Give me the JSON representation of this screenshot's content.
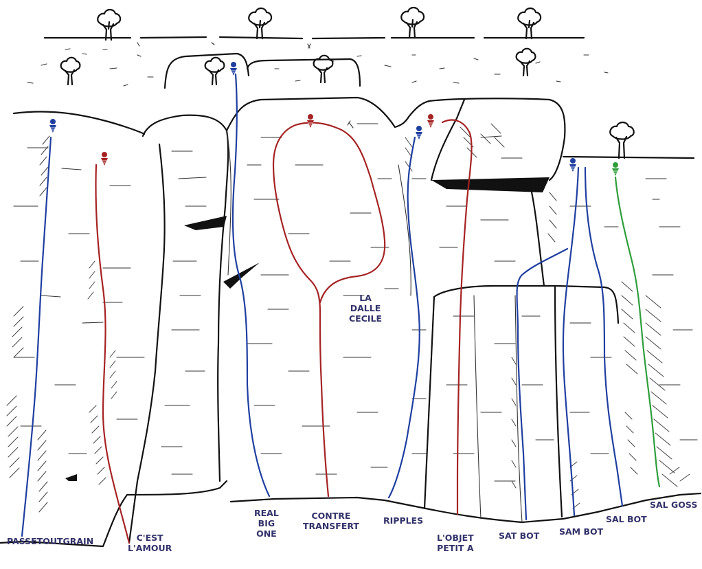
{
  "colors": {
    "blue": "#1f3fa0",
    "red": "#a52323",
    "green": "#2e9e3b",
    "label": "#33336b",
    "rock": "#111111"
  },
  "routes": [
    {
      "key": "passetoutgrain",
      "name": "PASSETOUTGRAIN",
      "color": "blue"
    },
    {
      "key": "cest_lamour",
      "name": "C'EST\nL'AMOUR",
      "color": "red"
    },
    {
      "key": "real_big_one",
      "name": "REAL\nBIG\nONE",
      "color": "blue"
    },
    {
      "key": "contre_transfert",
      "name": "CONTRE\nTRANSFERT",
      "color": "red"
    },
    {
      "key": "la_dalle_cecile",
      "name": "LA\nDALLE\nCECILE",
      "color": "red"
    },
    {
      "key": "ripples",
      "name": "RIPPLES",
      "color": "blue"
    },
    {
      "key": "lobjet_petit_a",
      "name": "L'OBJET\nPETIT A",
      "color": "red"
    },
    {
      "key": "sat_bot",
      "name": "SAT BOT",
      "color": "blue"
    },
    {
      "key": "sam_bot",
      "name": "SAM BOT",
      "color": "blue"
    },
    {
      "key": "sal_bot",
      "name": "SAL BOT",
      "color": "blue"
    },
    {
      "key": "sal_goss",
      "name": "SAL GOSS",
      "color": "green"
    }
  ]
}
